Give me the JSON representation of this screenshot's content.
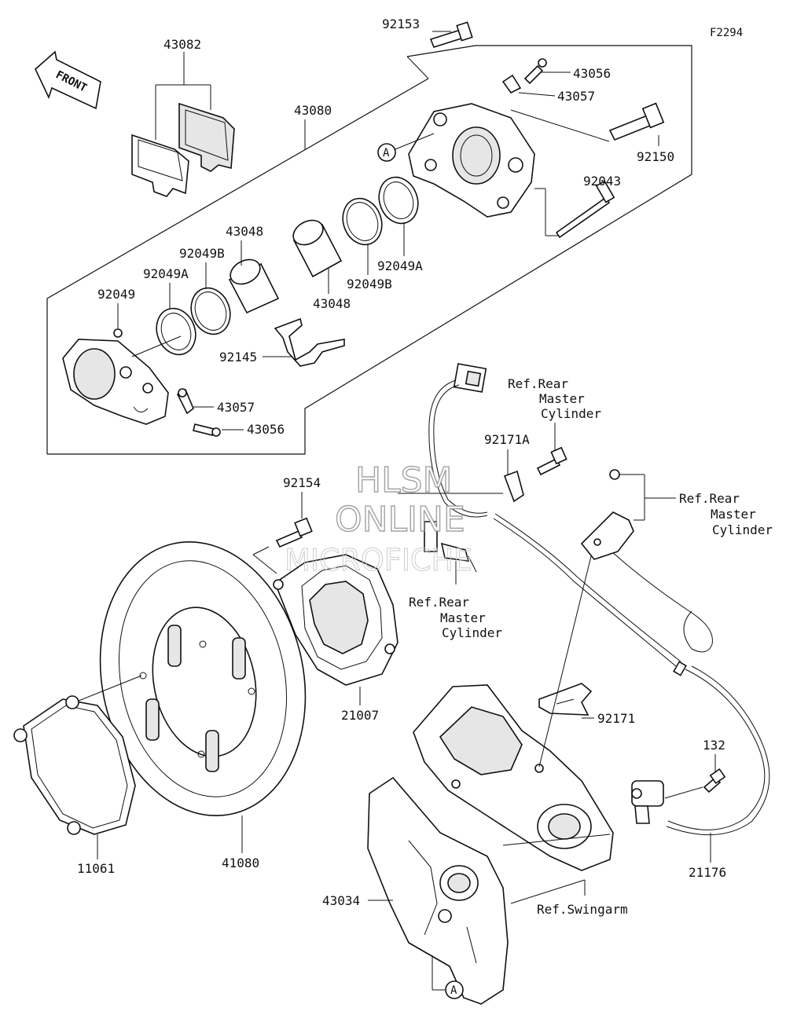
{
  "figure_code": "F2294",
  "front_label": "FRONT",
  "watermark": {
    "line1": "HLSM",
    "line2": "ONLINE",
    "line3": "MICROFICHE"
  },
  "reference_labels": {
    "ref_top_rear_master_cylinder": [
      "Ref.Rear",
      "Master",
      "Cylinder"
    ],
    "ref_right_rear_master_cylinder": [
      "Ref.Rear",
      "Master",
      "Cylinder"
    ],
    "ref_mid_rear_master_cylinder": [
      "Ref.Rear",
      "Master",
      "Cylinder"
    ],
    "ref_swingarm": "Ref.Swingarm"
  },
  "callout_a": "A",
  "part_numbers": {
    "p92153": "92153",
    "p43082": "43082",
    "p43056_top": "43056",
    "p43057_top": "43057",
    "p43080": "43080",
    "p92150": "92150",
    "p92043": "92043",
    "p43048_top": "43048",
    "p92049B_top": "92049B",
    "p92049A_top": "92049A",
    "p92049B_right": "92049B",
    "p92049A_right": "92049A",
    "p43048_bottom": "43048",
    "p92049": "92049",
    "p92145": "92145",
    "p43057_bottom": "43057",
    "p43056_bottom": "43056",
    "p92171A": "92171A",
    "p92154": "92154",
    "p21007": "21007",
    "p92171": "92171",
    "p132": "132",
    "p11061": "11061",
    "p41080": "41080",
    "p21176": "21176",
    "p43034": "43034"
  }
}
